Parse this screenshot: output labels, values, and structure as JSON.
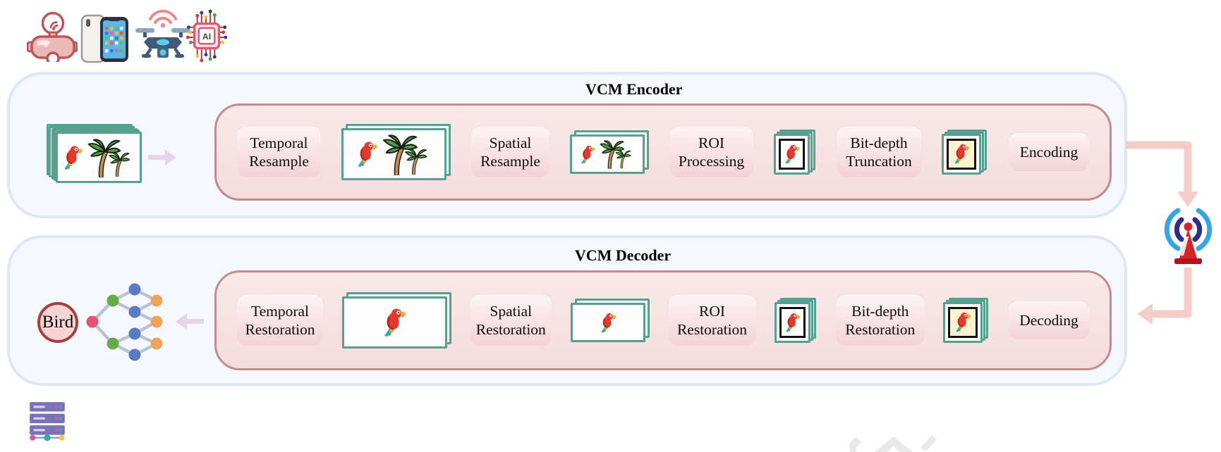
{
  "encoder": {
    "title": "VCM Encoder",
    "steps": [
      "Temporal Resample",
      "Spatial Resample",
      "ROI Processing",
      "Bit-depth Truncation",
      "Encoding"
    ]
  },
  "decoder": {
    "title": "VCM Decoder",
    "steps": [
      "Temporal Restoration",
      "Spatial Restoration",
      "ROI Restoration",
      "Bit-depth Restoration",
      "Decoding"
    ],
    "output_label": "Bird"
  },
  "ai_chip": {
    "label": "AI"
  },
  "icons": {
    "header": [
      "vr-headset",
      "smartphone",
      "drone",
      "ai-chip"
    ],
    "channel": "broadcast-antenna",
    "bottom": "server-cluster",
    "decoder_task": "neural-network"
  },
  "colors": {
    "panel_bg": "#f5f8fe",
    "panel_border": "#dce7f8",
    "pipeline_bg": "#f7e3e3",
    "pipeline_border": "#c48b8b",
    "label_chip": "#f7dcdf",
    "frame_teal": "#56a18e",
    "flow_arrow_pink": "#f6cdc8",
    "small_arrow_lavender": "#e4d5ea",
    "antenna_red": "#d62429",
    "wave_outer_blue": "#36a5e2",
    "wave_inner_navy": "#2e2d87",
    "nn_red": "#e2556e",
    "nn_green": "#68a94a",
    "nn_blue": "#5a7ac2",
    "nn_orange": "#eea55a",
    "bird_border": "#a6403c",
    "bird_bg": "#f8d4d4"
  }
}
